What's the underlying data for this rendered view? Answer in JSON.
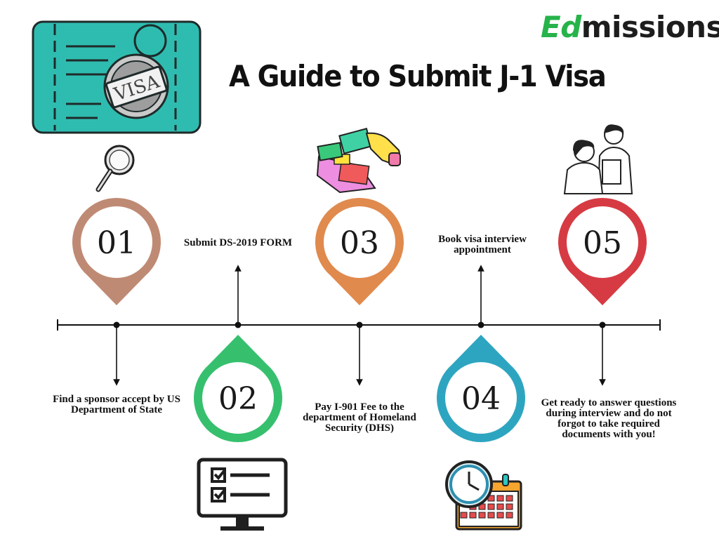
{
  "brand": {
    "logo_prefix": "Ed",
    "logo_suffix": "missions"
  },
  "title": "A Guide to Submit J-1 Visa",
  "visa_card_label": "VISA",
  "steps": [
    {
      "number": "01",
      "text": "Find a sponsor accept by US Department of State",
      "color": "#bf8a74"
    },
    {
      "number": "02",
      "text": "Submit DS-2019 FORM",
      "color": "#36c06e"
    },
    {
      "number": "03",
      "text": "Pay I-901 Fee to the department of Homeland Security (DHS)",
      "color": "#e08a4e"
    },
    {
      "number": "04",
      "text": "Book visa interview appointment",
      "color": "#2ea5c0"
    },
    {
      "number": "05",
      "text": "Get ready to answer questions during interview and do not forgot to take required documents with you!",
      "color": "#d63b43"
    }
  ],
  "icons": [
    "visa-card-icon",
    "magnifier-icon",
    "card-payment-icon",
    "interview-people-icon",
    "checklist-monitor-icon",
    "clock-calendar-icon"
  ]
}
